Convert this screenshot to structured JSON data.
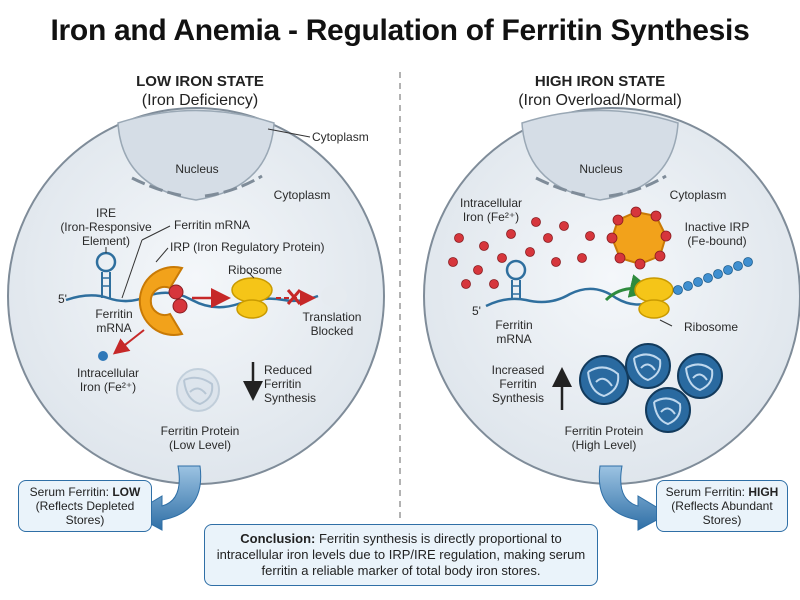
{
  "title": "Iron and Anemia - Regulation of Ferritin Synthesis",
  "left": {
    "state_title": "LOW IRON STATE",
    "state_subtitle": "(Iron Deficiency)",
    "nucleus": "Nucleus",
    "cytoplasm": "Cytoplasm",
    "cytoplasm_outer": "Cytoplasm",
    "ire": "IRE\n(Iron-Responsive\nElement)",
    "ferritin_mrna_top": "Ferritin mRNA",
    "irp": "IRP (Iron Regulatory Protein)",
    "ribosome": "Ribosome",
    "five_prime": "5'",
    "ferritin_mrna": "Ferritin\nmRNA",
    "translation_blocked": "Translation\nBlocked",
    "intracellular_iron": "Intracellular\nIron (Fe²⁺)",
    "reduced_synthesis": "Reduced\nFerritin\nSynthesis",
    "ferritin_protein": "Ferritin Protein\n(Low Level)",
    "serum_label": "Serum Ferritin: ",
    "serum_value": "LOW",
    "serum_note": "(Reflects Depleted\nStores)"
  },
  "right": {
    "state_title": "HIGH IRON STATE",
    "state_subtitle": "(Iron Overload/Normal)",
    "nucleus": "Nucleus",
    "cytoplasm": "Cytoplasm",
    "intracellular_iron": "Intracellular\nIron (Fe²⁺)",
    "inactive_irp": "Inactive IRP\n(Fe-bound)",
    "five_prime": "5'",
    "ferritin_mrna": "Ferritin\nmRNA",
    "ribosome": "Ribosome",
    "increased_synthesis": "Increased\nFerritin\nSynthesis",
    "ferritin_protein": "Ferritin Protein\n(High Level)",
    "serum_label": "Serum Ferritin: ",
    "serum_value": "HIGH",
    "serum_note": "(Reflects Abundant\nStores)"
  },
  "conclusion": {
    "label": "Conclusion:",
    "text": " Ferritin synthesis is directly proportional to intracellular iron levels due to IRP/IRE regulation, making serum ferritin a reliable marker of total body iron stores."
  },
  "colors": {
    "cell_fill": "#e9eef3",
    "cell_stroke": "#7f8c99",
    "nucleus_fill": "#d5dde6",
    "mrna": "#2f6f9e",
    "irp": "#f2a21b",
    "ribosome": "#f5c518",
    "iron": "#d6363c",
    "ferritin": "#1f5f8f",
    "block": "#c62828",
    "go": "#2e8b3d",
    "panel_border": "#2f6fa6"
  }
}
